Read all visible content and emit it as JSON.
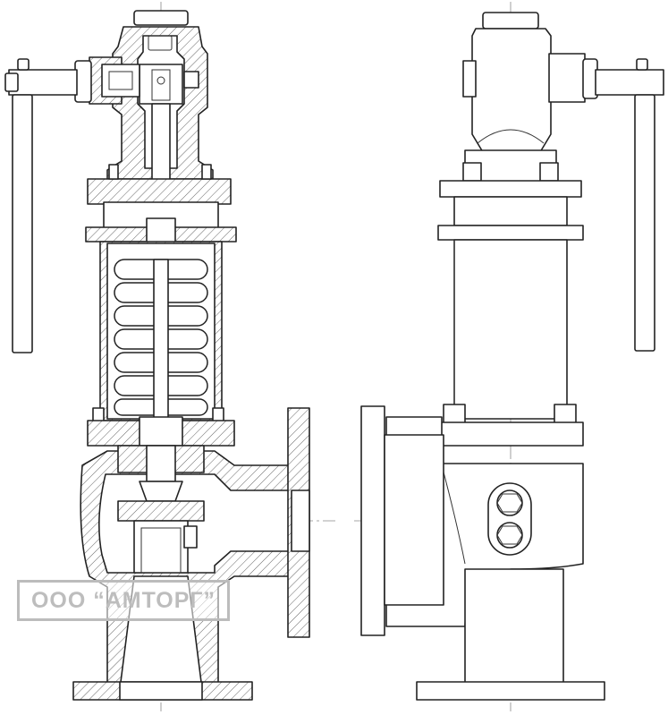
{
  "watermark": {
    "text": "ООО “АМТОРГ”"
  },
  "colors": {
    "line": "#222222",
    "hatch": "#555555",
    "watermark": "#bdbdbd"
  },
  "drawing": {
    "views": [
      "section-view",
      "side-view"
    ]
  }
}
